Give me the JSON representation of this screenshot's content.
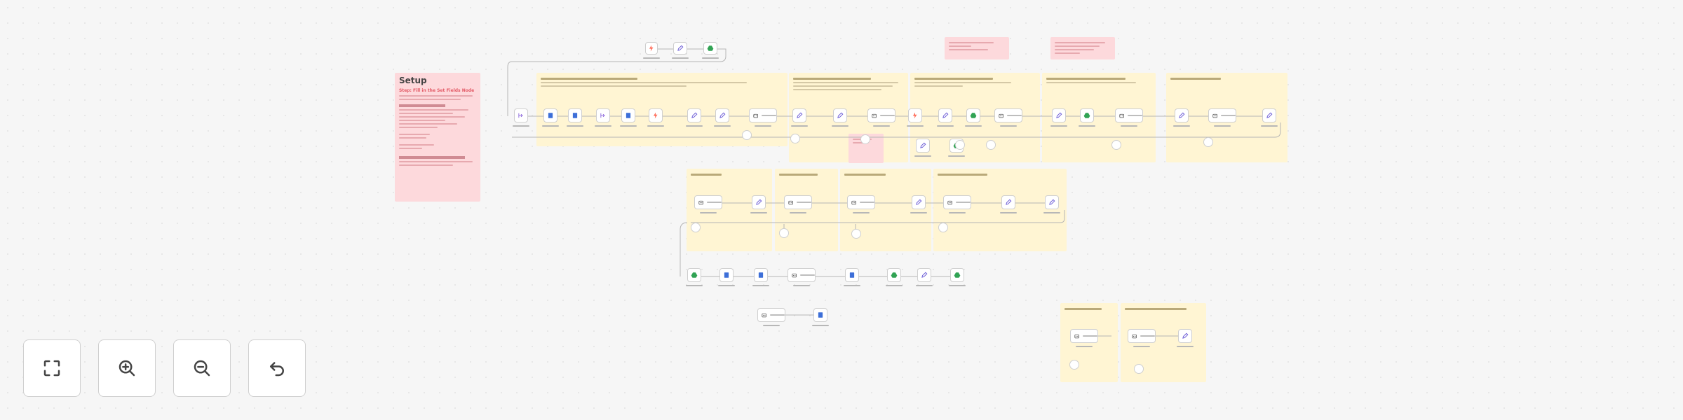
{
  "setup": {
    "title": "Setup",
    "red_heading": "Step: Fill in the Set Fields Node"
  },
  "controls": [
    {
      "name": "fit-view-button",
      "icon": "fit-view-icon"
    },
    {
      "name": "zoom-in-button",
      "icon": "zoom-in-icon"
    },
    {
      "name": "zoom-out-button",
      "icon": "zoom-out-icon"
    },
    {
      "name": "undo-button",
      "icon": "undo-icon"
    }
  ],
  "colors": {
    "note_yellow": "#fff5d3",
    "note_pink": "#fdd9dc",
    "canvas": "#f6f6f6",
    "border": "#cfcfcf"
  }
}
